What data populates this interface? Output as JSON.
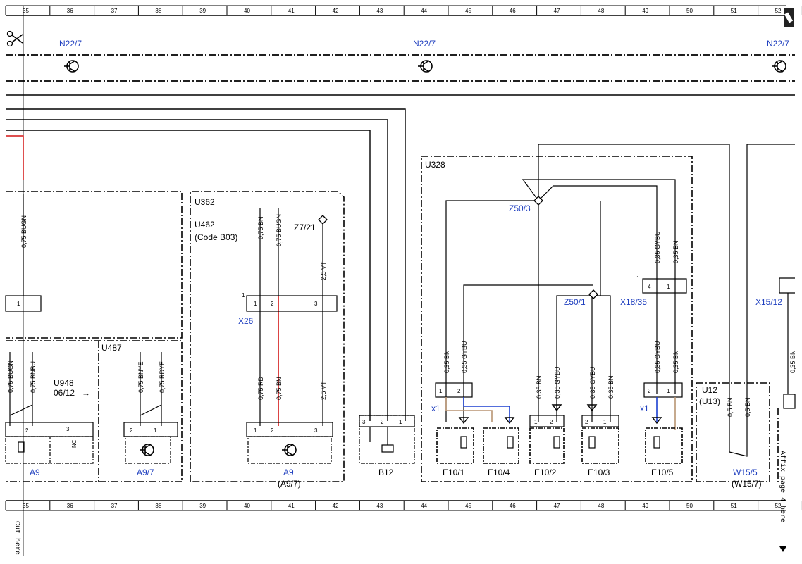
{
  "ruler": {
    "numbers": [
      "35",
      "36",
      "37",
      "38",
      "39",
      "40",
      "41",
      "42",
      "43",
      "44",
      "45",
      "46",
      "47",
      "48",
      "49",
      "50",
      "51",
      "52"
    ]
  },
  "grounds": {
    "n22_7": "N22/7"
  },
  "modules": {
    "u362": "U362",
    "u462": "U462",
    "code_b03": "(Code B03)",
    "u487": "U487",
    "u948": "U948",
    "u948_date": "06/12",
    "u328": "U328",
    "u12": "U12",
    "u13": "(U13)"
  },
  "components": {
    "a9": "A9",
    "a9_7": "A9/7",
    "a9_7_paren": "(A9/7)",
    "b12": "B12",
    "e10_1": "E10/1",
    "e10_4": "E10/4",
    "e10_2": "E10/2",
    "e10_3": "E10/3",
    "e10_5": "E10/5",
    "w15_5": "W15/5",
    "w15_7": "(W15/7)"
  },
  "connectors": {
    "x26": "X26",
    "x1": "x1",
    "x18_35": "X18/35",
    "x15_12": "X15/12",
    "z7_21": "Z7/21",
    "z50_3": "Z50/3",
    "z50_1": "Z50/1"
  },
  "wire_labels": {
    "w075_bugn": "0,75 BUGN",
    "w075_bn": "0,75 BN",
    "w075_bnbu": "0,75 BNBU",
    "w075_bnye": "0,75 BNYE",
    "w075_rdye": "0,75 RDYE",
    "w075_rd": "0,75 RD",
    "w25_vt": "2,5 VT",
    "w035_bn": "0,35 BN",
    "w035_gybu": "0,35 GYBU",
    "w05_bn": "0,5 BN"
  },
  "misc": {
    "nc": "NC",
    "cut_here": "Cut here",
    "affix_page": "Affix page 4 here",
    "scissors": "scissors-icon",
    "arrow_right": "→"
  }
}
